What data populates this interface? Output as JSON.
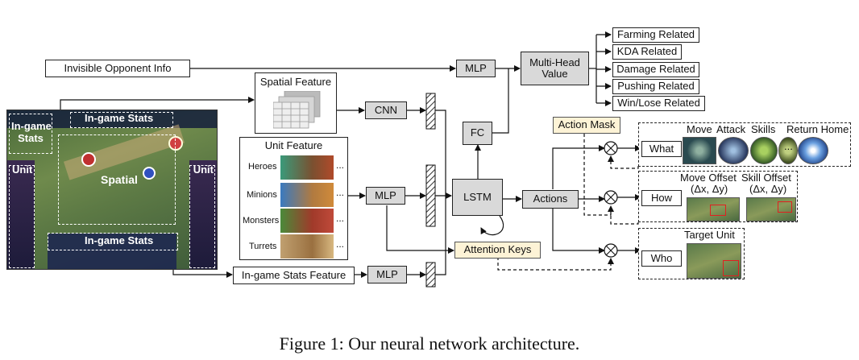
{
  "inputs": {
    "invisible_opponent": "Invisible Opponent Info",
    "spatial_feature": "Spatial Feature",
    "unit_feature": "Unit Feature",
    "unit_rows": [
      "Heroes",
      "Minions",
      "Monsters",
      "Turrets"
    ],
    "ingame_stats_feature": "In-game Stats Feature",
    "ellipsis": "..."
  },
  "screenshot": {
    "ingame_stats_top": "In-game Stats",
    "ingame_stats_left": "In-game\nStats",
    "unit_left": "Unit",
    "unit_right": "Unit",
    "spatial": "Spatial",
    "ingame_stats_bottom": "In-game Stats"
  },
  "nodes": {
    "cnn": "CNN",
    "mlp_unit": "MLP",
    "mlp_stats": "MLP",
    "mlp_value": "MLP",
    "lstm": "LSTM",
    "fc": "FC",
    "multi_head_value": "Multi-Head\nValue",
    "actions": "Actions",
    "action_mask": "Action Mask",
    "attention_keys": "Attention Keys"
  },
  "value_heads": [
    "Farming Related",
    "KDA Related",
    "Damage Related",
    "Pushing Related",
    "Win/Lose Related"
  ],
  "action_heads": {
    "what": "What",
    "how": "How",
    "who": "Who",
    "what_labels": [
      "Move",
      "Attack",
      "Skills",
      "Return Home"
    ],
    "what_ellipsis": "...",
    "how_labels": [
      "Move Offset",
      "Skill Offset"
    ],
    "how_sub": [
      "(Δx, Δy)",
      "(Δx, Δy)"
    ],
    "who_label": "Target Unit"
  },
  "operator_symbol": "⊗",
  "caption": "Figure 1: Our neural network architecture."
}
